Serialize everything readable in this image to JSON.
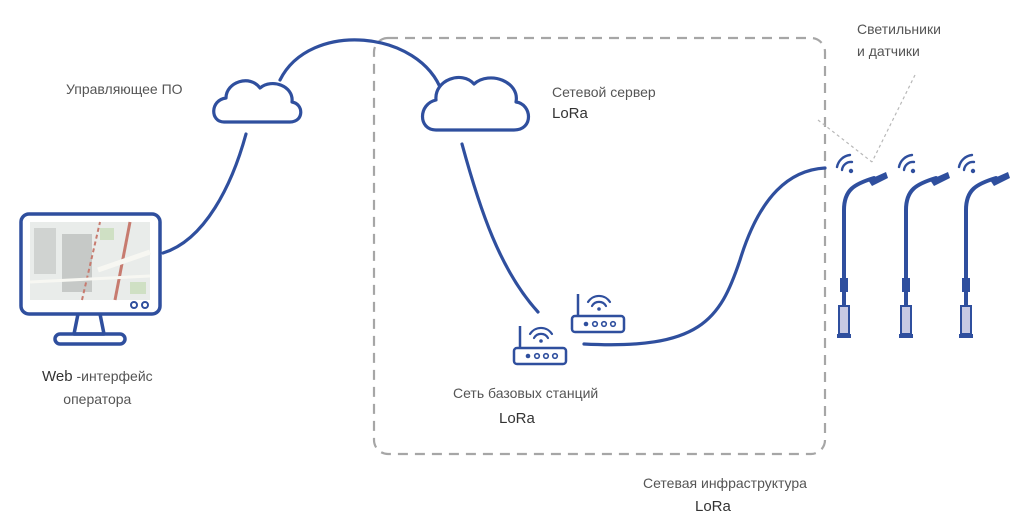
{
  "colors": {
    "line": "#2f4f9e",
    "dashed_box": "#a6a6a6",
    "text": "#555555",
    "map_bg": "#e9ecea"
  },
  "labels": {
    "control_software": "Управляющее ПО",
    "network_server_line1": "Сетевой сервер",
    "network_server_line2": "LoRa",
    "lamps_line1": "Светильники",
    "lamps_line2": "и датчики",
    "web_line1_bold": "Web",
    "web_line1_rest": " -интерфейс",
    "web_line2": "оператора",
    "base_stations_line1": "Сеть базовых станций",
    "base_stations_line2": "LoRa",
    "infrastructure_line1": "Сетевая инфраструктура",
    "infrastructure_line2": "LoRa"
  },
  "icons": [
    "monitor-icon",
    "cloud-icon",
    "base-station-icon",
    "wifi-icon",
    "street-lamp-icon"
  ]
}
